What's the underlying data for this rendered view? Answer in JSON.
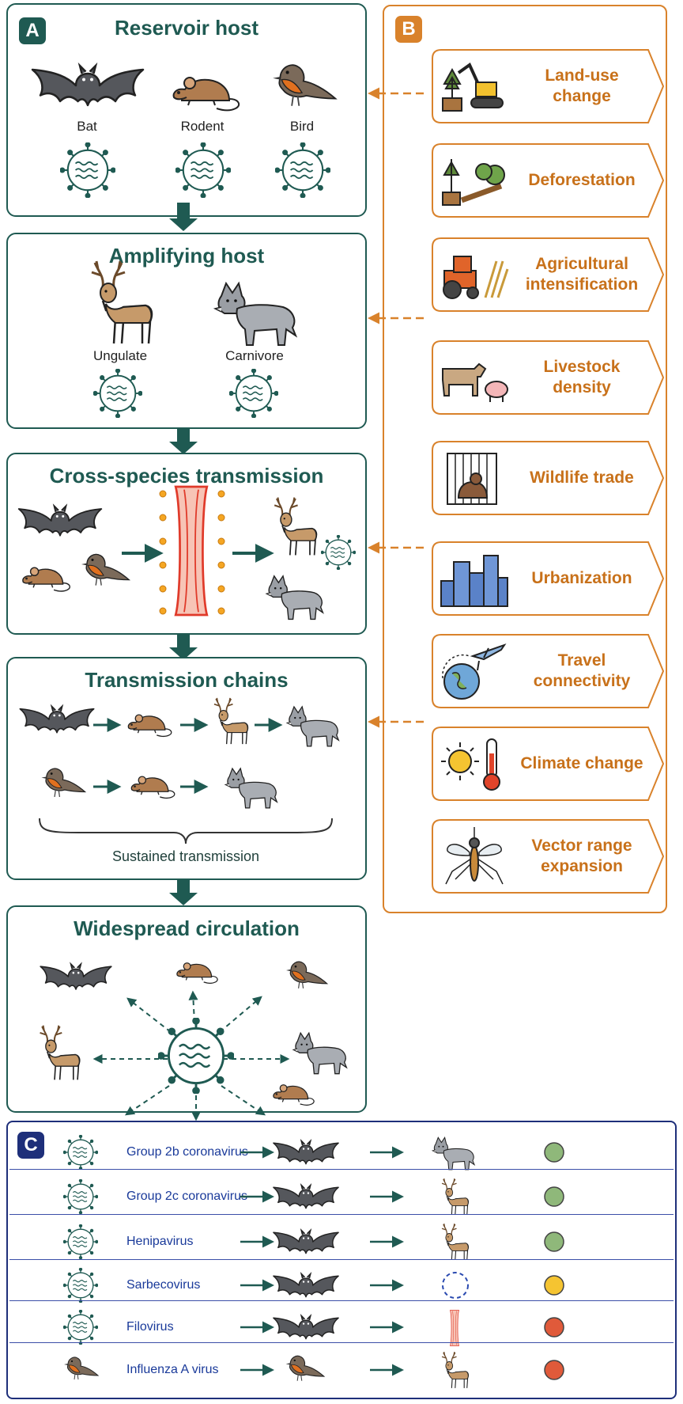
{
  "panelA": {
    "badge": "A",
    "reservoir": {
      "title": "Reservoir host",
      "hosts": [
        "Bat",
        "Rodent",
        "Bird"
      ]
    },
    "amplifying": {
      "title": "Amplifying host",
      "hosts": [
        "Ungulate",
        "Carnivore"
      ]
    },
    "cross": {
      "title": "Cross-species transmission"
    },
    "chains": {
      "title": "Transmission chains",
      "caption": "Sustained transmission"
    },
    "widespread": {
      "title": "Widespread circulation"
    }
  },
  "panelB": {
    "badge": "B",
    "factors": [
      {
        "label": "Land-use change",
        "icon": "excavator-stump-icon"
      },
      {
        "label": "Deforestation",
        "icon": "fallen-tree-icon"
      },
      {
        "label": "Agricultural intensification",
        "icon": "tractor-wheat-icon"
      },
      {
        "label": "Livestock density",
        "icon": "cow-pig-icon"
      },
      {
        "label": "Wildlife trade",
        "icon": "caged-animal-icon"
      },
      {
        "label": "Urbanization",
        "icon": "city-skyline-icon"
      },
      {
        "label": "Travel connectivity",
        "icon": "plane-globe-icon"
      },
      {
        "label": "Climate change",
        "icon": "sun-thermometer-icon"
      },
      {
        "label": "Vector range expansion",
        "icon": "mosquito-icon"
      }
    ]
  },
  "panelC": {
    "badge": "C",
    "rows": [
      {
        "virus": "Group 2b coronavirus",
        "reservoir": "bat",
        "target": "carnivore",
        "status": "green"
      },
      {
        "virus": "Group 2c coronavirus",
        "reservoir": "bat",
        "target": "ungulate",
        "status": "green"
      },
      {
        "virus": "Henipavirus",
        "reservoir": "bat",
        "target": "ungulate",
        "status": "green"
      },
      {
        "virus": "Sarbecovirus",
        "reservoir": "bat",
        "target": "unknown",
        "status": "yellow"
      },
      {
        "virus": "Filovirus",
        "reservoir": "bat",
        "target": "vessel-barrier",
        "status": "red"
      },
      {
        "virus": "Influenza A virus",
        "reservoir": "bird",
        "target": "ungulate",
        "status": "red"
      }
    ]
  },
  "colors": {
    "teal": "#1f5a52",
    "orange": "#d9822b",
    "navy": "#1e2f7a",
    "green": "#8fb87a",
    "yellow": "#f5c431",
    "red": "#e05a3a"
  }
}
